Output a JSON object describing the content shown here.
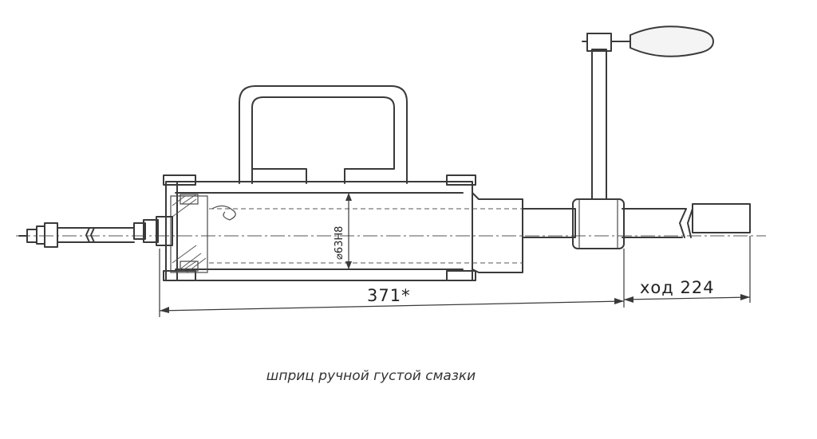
{
  "drawing": {
    "dimensions": {
      "overall_length": "371*",
      "stroke": "ход 224",
      "bore_diameter": "⌀63H8"
    }
  },
  "caption": "шприц ручной густой смазки"
}
